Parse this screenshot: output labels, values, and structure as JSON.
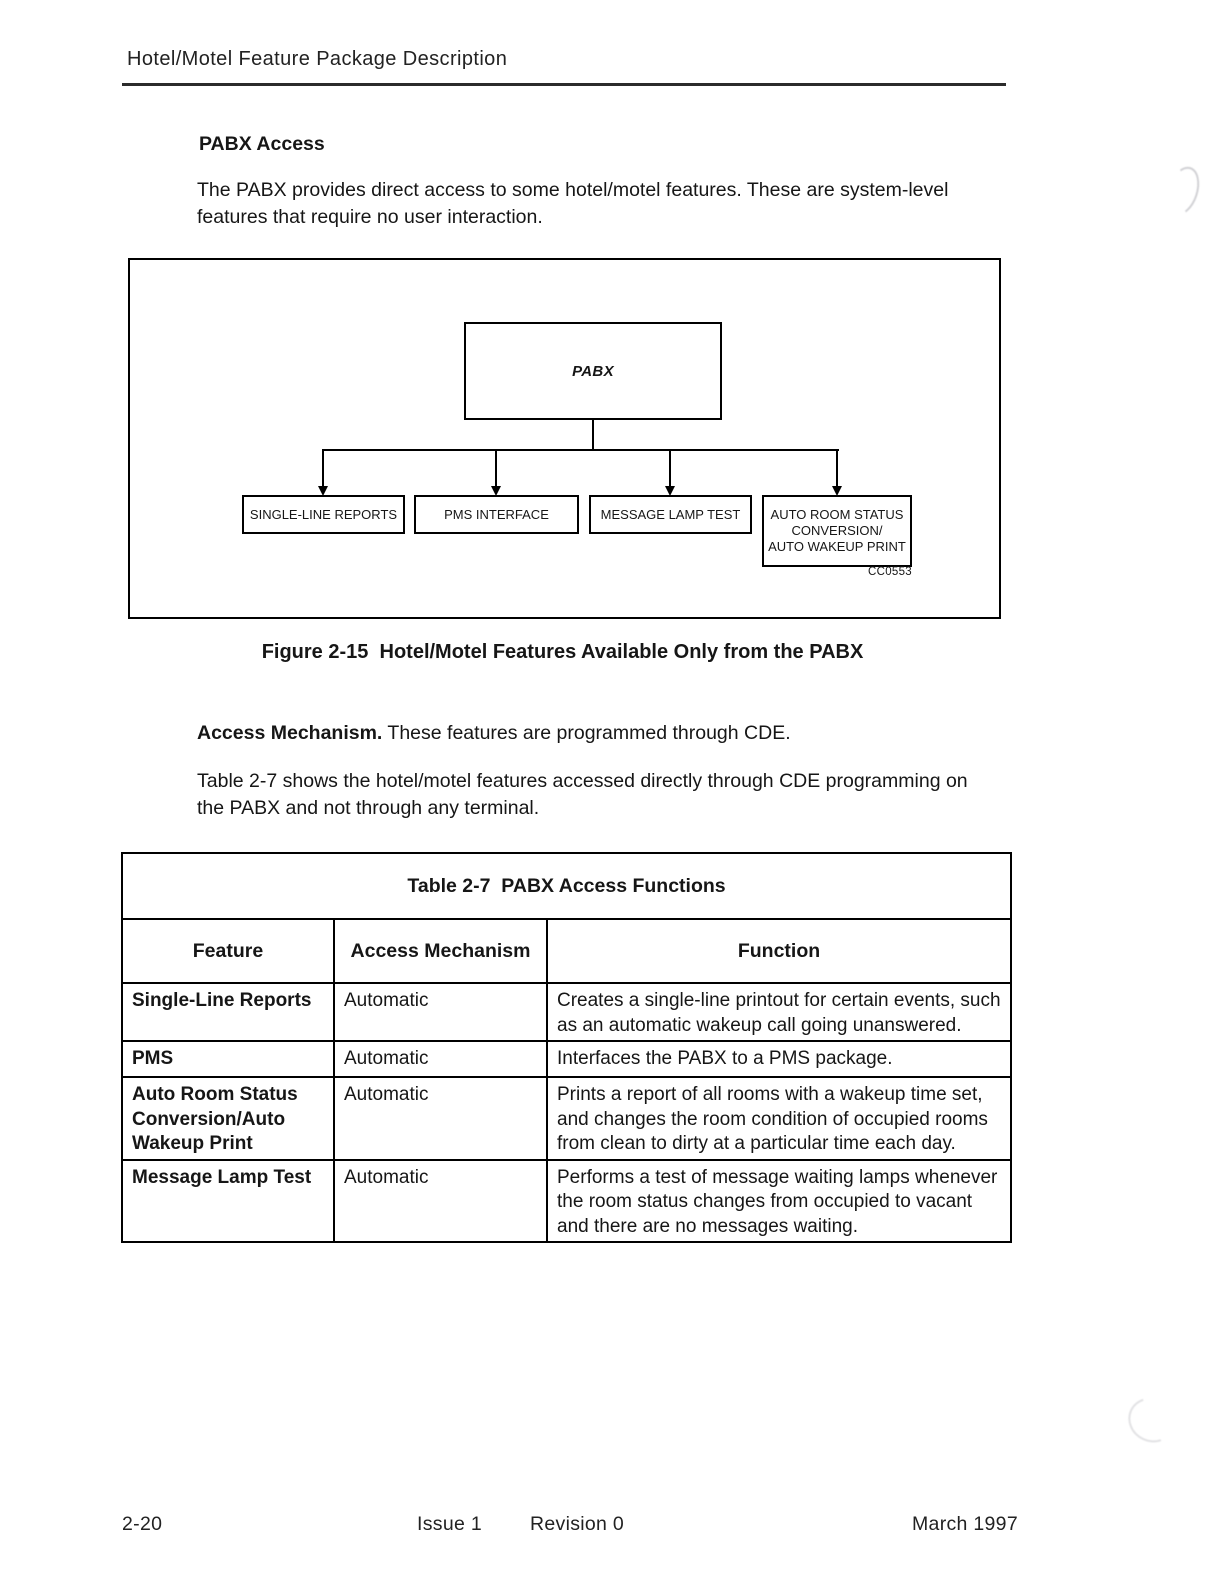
{
  "header": {
    "title": "Hotel/Motel Feature Package Description"
  },
  "content": {
    "section_heading": "PABX Access",
    "intro": "The PABX provides direct access to some hotel/motel features. These are system-level features that require no user interaction.",
    "access_paragraph": {
      "lead": "Access Mechanism.",
      "rest": " These features are programmed through CDE."
    },
    "table_note": "Table 2-7 shows the hotel/motel features accessed directly through CDE programming on the PABX and not through any terminal."
  },
  "figure": {
    "caption": "Figure 2-15  Hotel/Motel Features Available Only from the PABX",
    "root_label": "PABX",
    "children": [
      "SINGLE-LINE REPORTS",
      "PMS INTERFACE",
      "MESSAGE LAMP TEST",
      "AUTO ROOM STATUS\nCONVERSION/\nAUTO WAKEUP PRINT"
    ],
    "figure_code": "CC0553"
  },
  "table": {
    "title": "Table 2-7  PABX Access Functions",
    "columns": [
      "Feature",
      "Access Mechanism",
      "Function"
    ],
    "rows": [
      {
        "feature": "Single-Line Reports",
        "access": "Automatic",
        "function": "Creates a single-line printout for certain events, such as an automatic wakeup call going unanswered."
      },
      {
        "feature": "PMS",
        "access": "Automatic",
        "function": "Interfaces the PABX to a PMS package."
      },
      {
        "feature": "Auto Room Status Conversion/Auto Wakeup Print",
        "access": "Automatic",
        "function": "Prints a report of all rooms with a wakeup time set, and changes the room condition of occupied rooms from clean to dirty at a particular time each day."
      },
      {
        "feature": "Message Lamp Test",
        "access": "Automatic",
        "function": "Performs a test of message waiting lamps whenever the room status changes from occupied to vacant and there are no messages waiting."
      }
    ]
  },
  "footer": {
    "page_number": "2-20",
    "issue": "Issue 1",
    "revision": "Revision 0",
    "date": "March 1997"
  }
}
